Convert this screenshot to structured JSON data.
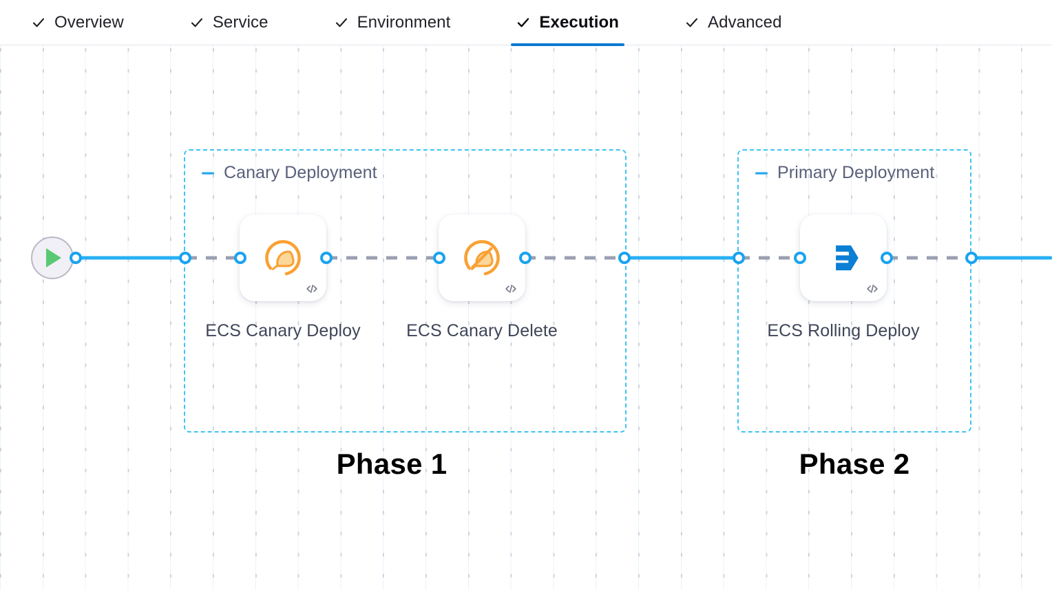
{
  "tabs": [
    {
      "label": "Overview",
      "icon": "check-icon",
      "active": false
    },
    {
      "label": "Service",
      "icon": "check-icon",
      "active": false
    },
    {
      "label": "Environment",
      "icon": "check-icon",
      "active": false
    },
    {
      "label": "Execution",
      "icon": "check-icon",
      "active": true
    },
    {
      "label": "Advanced",
      "icon": "check-icon",
      "active": false
    }
  ],
  "canvas": {
    "start_node": {
      "icon": "play-icon",
      "name": "pipeline-start"
    },
    "groups": [
      {
        "title": "Canary Deployment",
        "collapse_icon": "minus-icon",
        "phase_label": "Phase 1",
        "nodes": [
          {
            "label": "ECS Canary Deploy",
            "icon": "canary-bird-icon",
            "badge_icon": "code-icon"
          },
          {
            "label": "ECS Canary Delete",
            "icon": "canary-bird-slash-icon",
            "badge_icon": "code-icon"
          }
        ]
      },
      {
        "title": "Primary Deployment",
        "collapse_icon": "minus-icon",
        "phase_label": "Phase 2",
        "nodes": [
          {
            "label": "ECS Rolling Deploy",
            "icon": "ecs-rolling-hexagon-icon",
            "badge_icon": "code-icon"
          }
        ]
      }
    ]
  },
  "colors": {
    "accent_blue": "#0c7ad1",
    "link_blue": "#27b0f2",
    "port_blue": "#1aa3ef",
    "group_border": "#3ec3f0",
    "canary_orange": "#f9a134",
    "ecs_blue": "#0b7fd4",
    "play_green": "#5bc974",
    "dashed_gray": "#9b9fb2",
    "label_gray": "#3f4558",
    "title_gray": "#59607a"
  }
}
